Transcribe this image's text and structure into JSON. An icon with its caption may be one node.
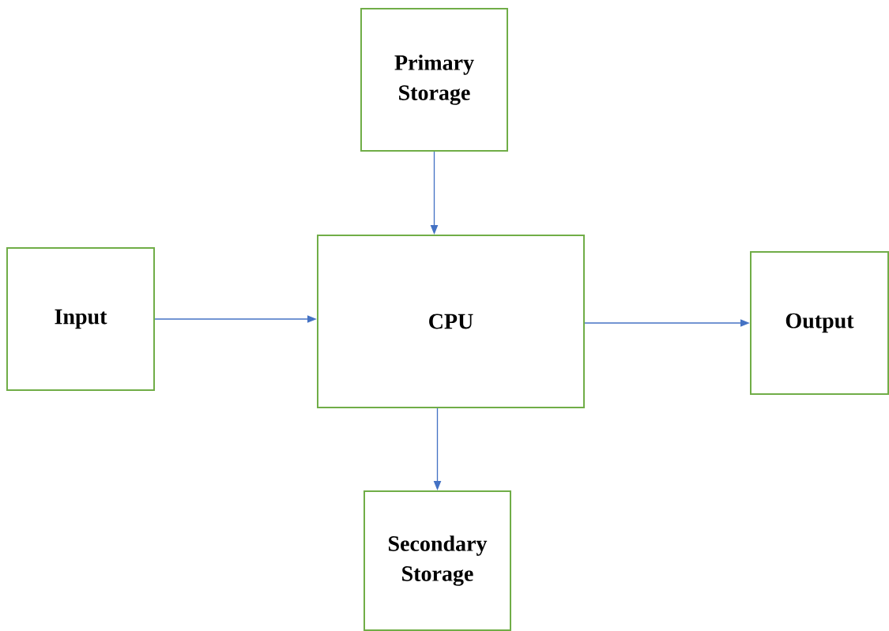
{
  "diagram": {
    "nodes": [
      {
        "text": [
          "Primary Storage"
        ]
      },
      {
        "text": [
          "Input"
        ]
      },
      {
        "text": [
          "CPU"
        ]
      },
      {
        "text": [
          "Output"
        ]
      },
      {
        "text": [
          "Secondary Storage"
        ]
      }
    ],
    "edges": [
      {
        "from": 0,
        "to": 2,
        "arrow": "to"
      },
      {
        "from": 1,
        "to": 2,
        "arrow": "to"
      },
      {
        "from": 2,
        "to": 3,
        "arrow": "to"
      },
      {
        "from": 2,
        "to": 4,
        "arrow": "to"
      }
    ]
  }
}
